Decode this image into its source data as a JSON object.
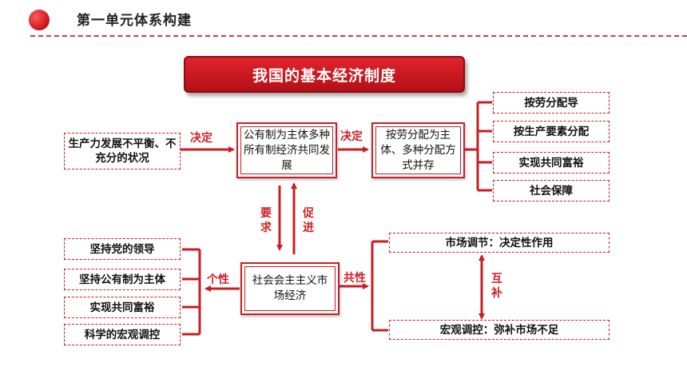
{
  "header": {
    "title": "第一单元体系构建"
  },
  "banner": {
    "title": "我国的基本经济制度"
  },
  "left_top": {
    "text": "生产力发展不平衡、不充分的状况"
  },
  "center_top": {
    "text": "公有制为主体多种所有制经济共同发展"
  },
  "right_top": {
    "text": "按劳分配为主体、多种分配方式并存"
  },
  "center_bottom": {
    "text": "社会会主主义市场经济"
  },
  "labels": {
    "decide1": "决定",
    "decide2": "决定",
    "require": "要求",
    "promote": "促进",
    "individuality": "个性",
    "commonality": "共性",
    "complement": "互补"
  },
  "distribution_items": [
    "按劳分配导",
    "按生产要素分配",
    "实现共同富裕",
    "社会保障"
  ],
  "individuality_items": [
    "坚持党的领导",
    "坚持公有制为主体",
    "实现共同富裕",
    "科学的宏观调控"
  ],
  "commonality_items": [
    "市场调节：决定性作用",
    "宏观调控：弥补市场不足"
  ]
}
